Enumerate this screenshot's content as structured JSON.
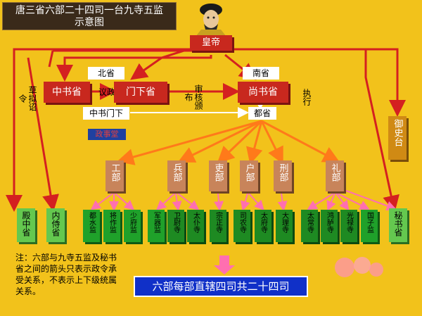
{
  "title": "唐三省六部二十四司一台九寺五监示意图",
  "title_line1": "唐三省六部二十四司一台九寺五监",
  "title_line2": "示意图",
  "emperor": "皇帝",
  "north_label": "北省",
  "south_label": "南省",
  "zhongshu": "中书省",
  "menxia": "门下省",
  "shangshu": "尚书省",
  "left_action": "草拟诏令",
  "discuss": "议政",
  "review": "审核颁布",
  "execute": "执行",
  "zhongshumenxia": "中书门下",
  "zhengshitang": "政事堂",
  "dusheng": "都省",
  "yushitai": "御史台",
  "ministries": [
    "工部",
    "兵部",
    "吏部",
    "户部",
    "刑部",
    "礼部"
  ],
  "dianzhong": "殿中省",
  "neishi": "内侍省",
  "mishu": "秘书省",
  "bottom_units": [
    {
      "label": "都水监",
      "kind": "jian"
    },
    {
      "label": "将作监",
      "kind": "jian"
    },
    {
      "label": "少府监",
      "kind": "jian"
    },
    {
      "label": "军器监",
      "kind": "jian"
    },
    {
      "label": "卫尉寺",
      "kind": "si"
    },
    {
      "label": "太仆寺",
      "kind": "si"
    },
    {
      "label": "宗正寺",
      "kind": "si"
    },
    {
      "label": "司农寺",
      "kind": "si"
    },
    {
      "label": "太府寺",
      "kind": "si"
    },
    {
      "label": "大理寺",
      "kind": "si"
    },
    {
      "label": "太常寺",
      "kind": "si"
    },
    {
      "label": "鸿胪寺",
      "kind": "si"
    },
    {
      "label": "光禄寺",
      "kind": "si"
    },
    {
      "label": "国子监",
      "kind": "jian"
    }
  ],
  "note": "注：六部与九寺五监及秘书省之间的箭头只表示政令承受关系，不表示上下级统属关系。",
  "summary": "六部每部直辖四司共二十四司",
  "colors": {
    "background": "#f2c21b",
    "red": "#c8281e",
    "orange_arrow": "#ff7a1a",
    "pink_arrow": "#ff6fb0",
    "brown": "#c8845a",
    "green": "#1fa12a",
    "blue": "#1030c8"
  }
}
